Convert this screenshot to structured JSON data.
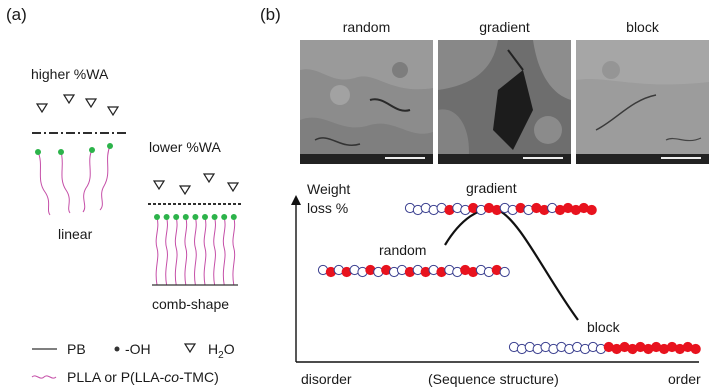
{
  "panel_a": {
    "label": "(a)",
    "higher": "higher %WA",
    "lower": "lower %WA",
    "linear": "linear",
    "comb": "comb-shape",
    "legend": {
      "pb": "PB",
      "oh": "-OH",
      "h2o_main": "H",
      "h2o_sub": "2",
      "h2o_end": "O",
      "plla_a": "PLLA or P(LLA-",
      "plla_co": "co",
      "plla_b": "-TMC)"
    }
  },
  "panel_b": {
    "label": "(b)",
    "images": [
      {
        "title": "random",
        "tone": "#8a8a8a"
      },
      {
        "title": "gradient",
        "tone": "#6f6f6f"
      },
      {
        "title": "block",
        "tone": "#9a9a9a"
      }
    ],
    "ylabel_1": "Weight",
    "ylabel_2": "loss %",
    "x_left": "disorder",
    "x_mid": "(Sequence structure)",
    "x_right": "order",
    "curve_labels": {
      "random": "random",
      "gradient": "gradient",
      "block": "block"
    },
    "colors": {
      "filled": "#e8131e",
      "open_stroke": "#3a3f8f"
    },
    "chains": {
      "random": [
        "o",
        "f",
        "o",
        "f",
        "o",
        "o",
        "f",
        "o",
        "f",
        "o",
        "o",
        "f",
        "o",
        "f",
        "o",
        "f",
        "o",
        "o",
        "f",
        "f",
        "o",
        "o",
        "f",
        "o"
      ],
      "gradient": [
        "o",
        "o",
        "o",
        "o",
        "o",
        "f",
        "o",
        "o",
        "f",
        "o",
        "f",
        "f",
        "o",
        "o",
        "f",
        "o",
        "f",
        "f",
        "o",
        "f",
        "f",
        "f",
        "f",
        "f"
      ],
      "block": [
        "o",
        "o",
        "o",
        "o",
        "o",
        "o",
        "o",
        "o",
        "o",
        "o",
        "o",
        "o",
        "f",
        "f",
        "f",
        "f",
        "f",
        "f",
        "f",
        "f",
        "f",
        "f",
        "f",
        "f"
      ]
    }
  }
}
